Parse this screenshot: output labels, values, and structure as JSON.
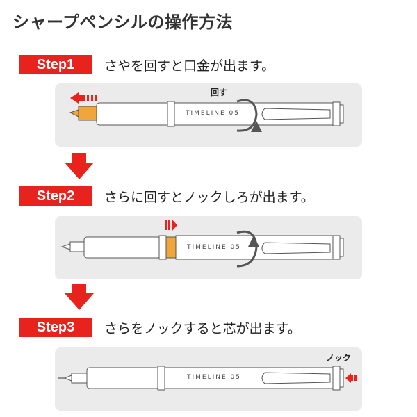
{
  "title": "シャープペンシルの操作方法",
  "brand_text": "TIMELINE 05",
  "colors": {
    "accent": "#e8231e",
    "orange": "#f0a63a",
    "panel": "#ebebeb"
  },
  "steps": [
    {
      "badge": "Step1",
      "text": "さやを回すと口金が出ます。",
      "note": "回す"
    },
    {
      "badge": "Step2",
      "text": "さらに回すとノックしろが出ます。",
      "note": ""
    },
    {
      "badge": "Step3",
      "text": "さらをノックすると芯が出ます。",
      "note": "ノック"
    }
  ]
}
